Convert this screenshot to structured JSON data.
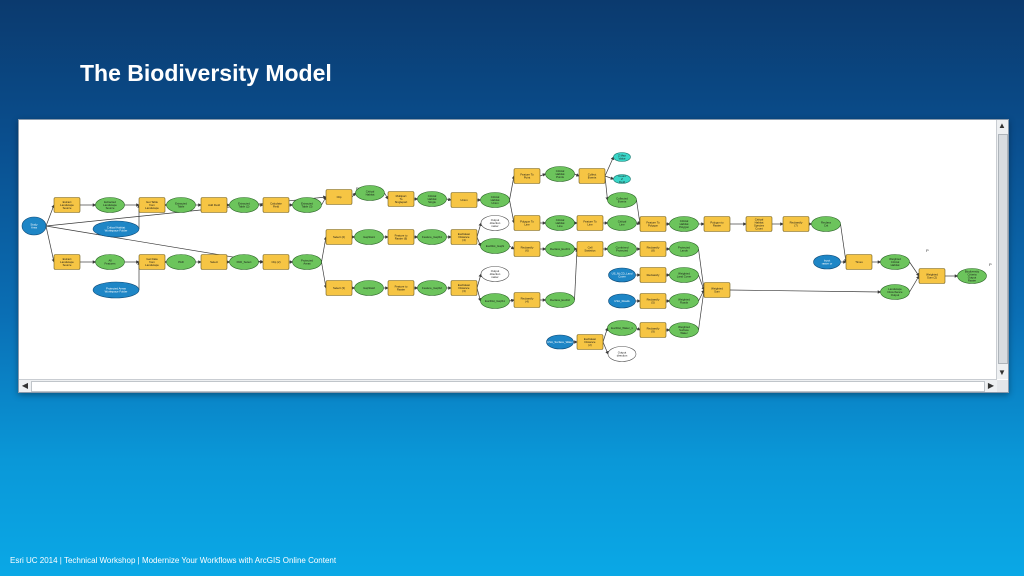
{
  "title": "The Biodiversity Model",
  "footer": {
    "event": "Esri UC 2014 | Technical Workshop |",
    "subtitle": "Modernize Your Workflows with ArcGIS Online Content"
  },
  "colors": {
    "tool": "#f6c544",
    "output": "#6cc45c",
    "input": "#1e86c6",
    "parameter": "#3ad6c8",
    "connector": "#3a3a3a"
  },
  "nodes": [
    {
      "id": "study_area",
      "kind": "input",
      "label": "Study Area"
    },
    {
      "id": "extract_src1",
      "kind": "tool",
      "label": "Extract Landscape Source"
    },
    {
      "id": "extract_out1",
      "kind": "output",
      "label": "Extracted Landscape Source"
    },
    {
      "id": "input_critical",
      "kind": "input",
      "label": "Critical Habitat Workspace Folder"
    },
    {
      "id": "get_table",
      "kind": "tool",
      "label": "Get Table from Landscape"
    },
    {
      "id": "table_out",
      "kind": "output",
      "label": "Extracted Table"
    },
    {
      "id": "add_field",
      "kind": "tool",
      "label": "Add Field"
    },
    {
      "id": "field_out",
      "kind": "output",
      "label": "Extracted Table (2)"
    },
    {
      "id": "calc_field",
      "kind": "tool",
      "label": "Calculate Field"
    },
    {
      "id": "calc_out",
      "kind": "output",
      "label": "Extracted Table (3)"
    },
    {
      "id": "clip1",
      "kind": "tool",
      "label": "Clip"
    },
    {
      "id": "clip1_out",
      "kind": "output",
      "label": "Critical Habitat"
    },
    {
      "id": "multipart",
      "kind": "tool",
      "label": "Multipart To Singlepart"
    },
    {
      "id": "multipart_out",
      "kind": "output",
      "label": "Critical Habitat Single"
    },
    {
      "id": "union",
      "kind": "tool",
      "label": "Union"
    },
    {
      "id": "union_out",
      "kind": "output",
      "label": "Critical Habitat Union"
    },
    {
      "id": "feat_to_point",
      "kind": "tool",
      "label": "Feature To Point"
    },
    {
      "id": "point_out",
      "kind": "output",
      "label": "Critical Habitat Points"
    },
    {
      "id": "collect_events",
      "kind": "tool",
      "label": "Collect Events"
    },
    {
      "id": "collect_out",
      "kind": "output",
      "label": "Collected Events"
    },
    {
      "id": "max_param",
      "kind": "parameter",
      "label": "Z Max Value"
    },
    {
      "id": "count_param",
      "kind": "parameter",
      "label": "Count Z Field"
    },
    {
      "id": "out_dir1",
      "kind": "white",
      "label": "Output direction raster"
    },
    {
      "id": "poly_to_line1",
      "kind": "tool",
      "label": "Polygon To Line"
    },
    {
      "id": "line_out1",
      "kind": "output",
      "label": "Critical Habitat Line"
    },
    {
      "id": "feat_to_line",
      "kind": "tool",
      "label": "Feature To Line"
    },
    {
      "id": "line_out2",
      "kind": "output",
      "label": "Critical Line"
    },
    {
      "id": "feat_to_poly",
      "kind": "tool",
      "label": "Feature To Polygon"
    },
    {
      "id": "poly_out",
      "kind": "output",
      "label": "Critical Habitat Polygon"
    },
    {
      "id": "poly_to_raster",
      "kind": "tool",
      "label": "Polygon to Raster"
    },
    {
      "id": "crit_raster",
      "kind": "tool",
      "label": "Critical Habitat Species Count"
    },
    {
      "id": "reclassify7",
      "kind": "tool",
      "label": "Reclassify (7)"
    },
    {
      "id": "reclass_out",
      "kind": "output",
      "label": "Reclass Crit"
    },
    {
      "id": "extract_src2",
      "kind": "tool",
      "label": "Extract Landscape Source"
    },
    {
      "id": "extract_out2",
      "kind": "output",
      "label": "All Features"
    },
    {
      "id": "input_protected",
      "kind": "input",
      "label": "Protected Areas Workspace Folder"
    },
    {
      "id": "get_data",
      "kind": "tool",
      "label": "Get Data from Landscape"
    },
    {
      "id": "pad_out",
      "kind": "output",
      "label": "PAD"
    },
    {
      "id": "select0",
      "kind": "tool",
      "label": "Select"
    },
    {
      "id": "select_out0",
      "kind": "output",
      "label": "PAD_Select"
    },
    {
      "id": "clip2",
      "kind": "tool",
      "label": "Clip (2)"
    },
    {
      "id": "protected_out",
      "kind": "output",
      "label": "Protected Areas"
    },
    {
      "id": "select2",
      "kind": "tool",
      "label": "Select (2)"
    },
    {
      "id": "gap1",
      "kind": "output",
      "label": "GapStat1"
    },
    {
      "id": "ftr_raster6",
      "kind": "tool",
      "label": "Feature to Raster (6)"
    },
    {
      "id": "gap1_r",
      "kind": "output",
      "label": "Feature_GapS1"
    },
    {
      "id": "eucl4",
      "kind": "tool",
      "label": "Euclidean Distance (4)"
    },
    {
      "id": "eucl4_out",
      "kind": "output",
      "label": "EucDist_GapS"
    },
    {
      "id": "reclass6",
      "kind": "tool",
      "label": "Reclassify (6)"
    },
    {
      "id": "reclass6_out",
      "kind": "output",
      "label": "Reclass_EucD1"
    },
    {
      "id": "cell_stats",
      "kind": "tool",
      "label": "Cell Statistics"
    },
    {
      "id": "combined",
      "kind": "output",
      "label": "Combined Protected"
    },
    {
      "id": "reclass8",
      "kind": "tool",
      "label": "Reclassify (8)"
    },
    {
      "id": "protected_lands",
      "kind": "output",
      "label": "Protected Lands"
    },
    {
      "id": "select3",
      "kind": "tool",
      "label": "Select (3)"
    },
    {
      "id": "gap2",
      "kind": "output",
      "label": "GapStat2"
    },
    {
      "id": "ftr_raster",
      "kind": "tool",
      "label": "Feature to Raster"
    },
    {
      "id": "gap2_r",
      "kind": "output",
      "label": "Feature_GapS2"
    },
    {
      "id": "eucl3",
      "kind": "tool",
      "label": "Euclidean Distance (3)"
    },
    {
      "id": "eucl3_out",
      "kind": "output",
      "label": "EucDist_GapS1"
    },
    {
      "id": "out_dir2",
      "kind": "white",
      "label": "Output direction raster"
    },
    {
      "id": "reclass4",
      "kind": "tool",
      "label": "Reclassify (4)"
    },
    {
      "id": "reclass4_out",
      "kind": "output",
      "label": "Reclass_EucD2"
    },
    {
      "id": "in_landcover",
      "kind": "input",
      "label": "US_NLCD_Land Cover"
    },
    {
      "id": "reclassify",
      "kind": "tool",
      "label": "Reclassify"
    },
    {
      "id": "weighted_lc",
      "kind": "output",
      "label": "Weighted Land Cover"
    },
    {
      "id": "in_roads",
      "kind": "input",
      "label": "USA_Roads"
    },
    {
      "id": "reclass5",
      "kind": "tool",
      "label": "Reclassify (5)"
    },
    {
      "id": "weighted_roads",
      "kind": "output",
      "label": "Weighted Roads"
    },
    {
      "id": "weighted_sum",
      "kind": "tool",
      "label": "Weighted Sum"
    },
    {
      "id": "in_water",
      "kind": "input",
      "label": "USA_Surface_Water"
    },
    {
      "id": "eucl2",
      "kind": "tool",
      "label": "Euclidean Distance (2)"
    },
    {
      "id": "eucl2_out",
      "kind": "output",
      "label": "EucDist_Water_1"
    },
    {
      "id": "reclass9",
      "kind": "tool",
      "label": "Reclassify (9)"
    },
    {
      "id": "weighted_water",
      "kind": "output",
      "label": "Weighted Surface Water"
    },
    {
      "id": "out_dir3",
      "kind": "white",
      "label": "Output direction"
    },
    {
      "id": "input_raster",
      "kind": "input",
      "label": "Input raster or"
    },
    {
      "id": "times",
      "kind": "tool",
      "label": "Times"
    },
    {
      "id": "weighted_crit",
      "kind": "output",
      "label": "Weighted Critical Habitat"
    },
    {
      "id": "landscape_dist",
      "kind": "output",
      "label": "Landscape Disturbance Output"
    },
    {
      "id": "weighted_sum2",
      "kind": "tool",
      "label": "Weighted Sum (2)"
    },
    {
      "id": "bio_output",
      "kind": "output",
      "label": "Biodiversity Criteria Output Raster"
    }
  ],
  "markers": [
    {
      "id": "p1",
      "label": "P"
    },
    {
      "id": "p2",
      "label": "P"
    },
    {
      "id": "p3",
      "label": "P"
    }
  ]
}
